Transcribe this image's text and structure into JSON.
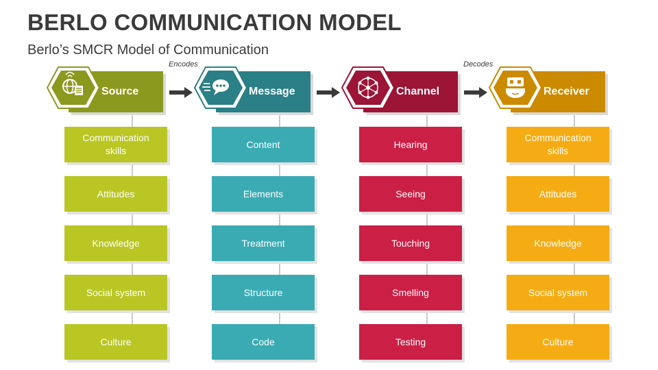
{
  "title": "BERLO COMMUNICATION MODEL",
  "subtitle": "Berlo’s SMCR Model of Communication",
  "arrow_labels": {
    "encodes": "Encodes",
    "decodes": "Decodes"
  },
  "columns": [
    {
      "heading": "Source",
      "icon": "globe-document-icon",
      "color": "#8a9a1f",
      "item_color": "#b9c624",
      "items": [
        "Communication skills",
        "Attitudes",
        "Knowledge",
        "Social system",
        "Culture"
      ]
    },
    {
      "heading": "Message",
      "icon": "speech-bubble-icon",
      "color": "#2b7f86",
      "item_color": "#3aabb3",
      "items": [
        "Content",
        "Elements",
        "Treatment",
        "Structure",
        "Code"
      ]
    },
    {
      "heading": "Channel",
      "icon": "network-nodes-icon",
      "color": "#9c1436",
      "item_color": "#cc1f46",
      "items": [
        "Hearing",
        "Seeing",
        "Touching",
        "Smelling",
        "Testing"
      ]
    },
    {
      "heading": "Receiver",
      "icon": "receiver-device-icon",
      "color": "#cc8a00",
      "item_color": "#f5ac14",
      "items": [
        "Communication skills",
        "Attitudes",
        "Knowledge",
        "Social system",
        "Culture"
      ]
    }
  ]
}
